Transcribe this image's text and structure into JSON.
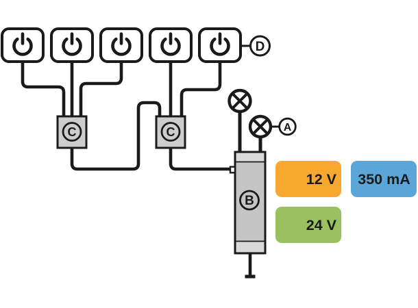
{
  "diagram_type": "wiring-connection-diagram",
  "colors": {
    "line": "#1a1a1a",
    "controller_fill": "#cdcdcd",
    "driver_body_fill": "#c5c5c5",
    "driver_cap_fill": "#d9d9d9",
    "badge_text": "#1d1d1b"
  },
  "switches": [
    {
      "icon": "power-icon"
    },
    {
      "icon": "power-icon"
    },
    {
      "icon": "power-icon"
    },
    {
      "icon": "power-icon"
    },
    {
      "icon": "power-icon"
    }
  ],
  "callouts": {
    "switch_group": "D",
    "lamp": "A"
  },
  "controllers": [
    {
      "label": "C"
    },
    {
      "label": "C"
    }
  ],
  "driver": {
    "label": "B"
  },
  "lamps": [
    {
      "icon": "lamp-icon"
    },
    {
      "icon": "lamp-icon"
    }
  ],
  "badges": [
    {
      "text": "12 V",
      "color": "#f6a82f"
    },
    {
      "text": "350 mA",
      "color": "#5aa6d8"
    },
    {
      "text": "24 V",
      "color": "#9ac15f"
    }
  ]
}
